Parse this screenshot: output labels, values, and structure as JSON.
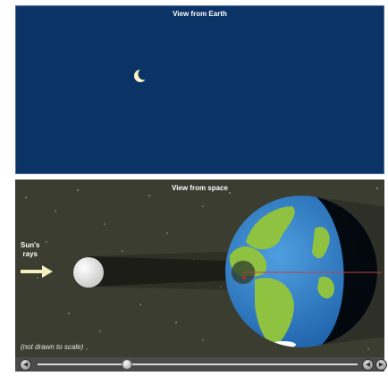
{
  "top_panel": {
    "title": "View from Earth"
  },
  "bottom_panel": {
    "title": "View from space",
    "sun_label": "Sun's\nrays",
    "scale_note": "(not drawn to scale)"
  },
  "controls": {
    "slider_position": 0.28,
    "left_button_icon": "rewind-icon",
    "right_buttons": [
      "step-back-icon",
      "step-forward-icon"
    ]
  }
}
